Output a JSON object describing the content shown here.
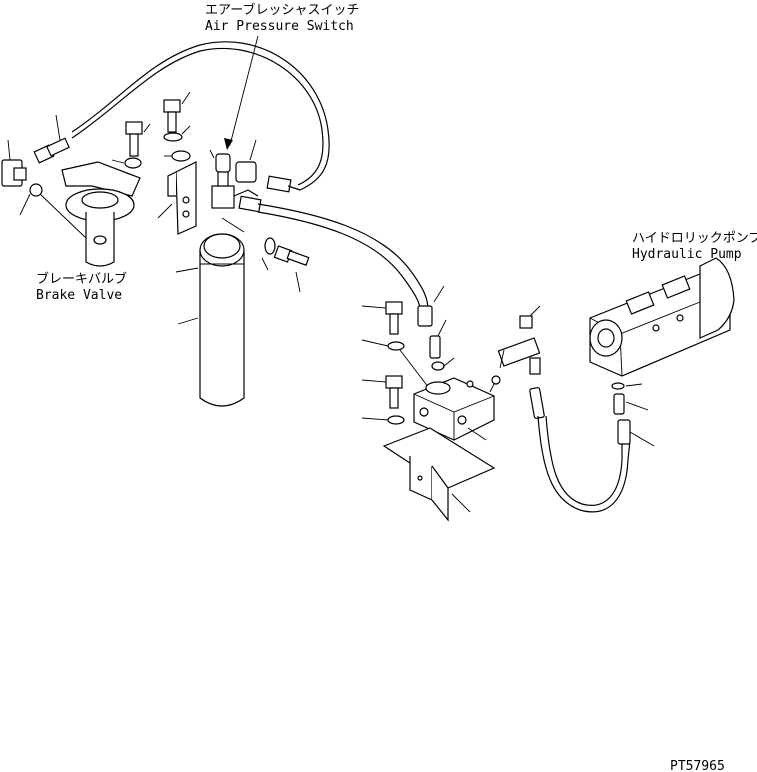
{
  "labels": {
    "air_pressure_switch_jp": "エアーブレッシャスイッチ",
    "air_pressure_switch_en": "Air Pressure Switch",
    "hydraulic_pump_jp": "ハイドロリックポンプ",
    "hydraulic_pump_en": "Hydraulic Pump",
    "brake_valve_jp": "ブレーキバルブ",
    "brake_valve_en": "Brake Valve"
  },
  "drawing_code": "PT57965"
}
